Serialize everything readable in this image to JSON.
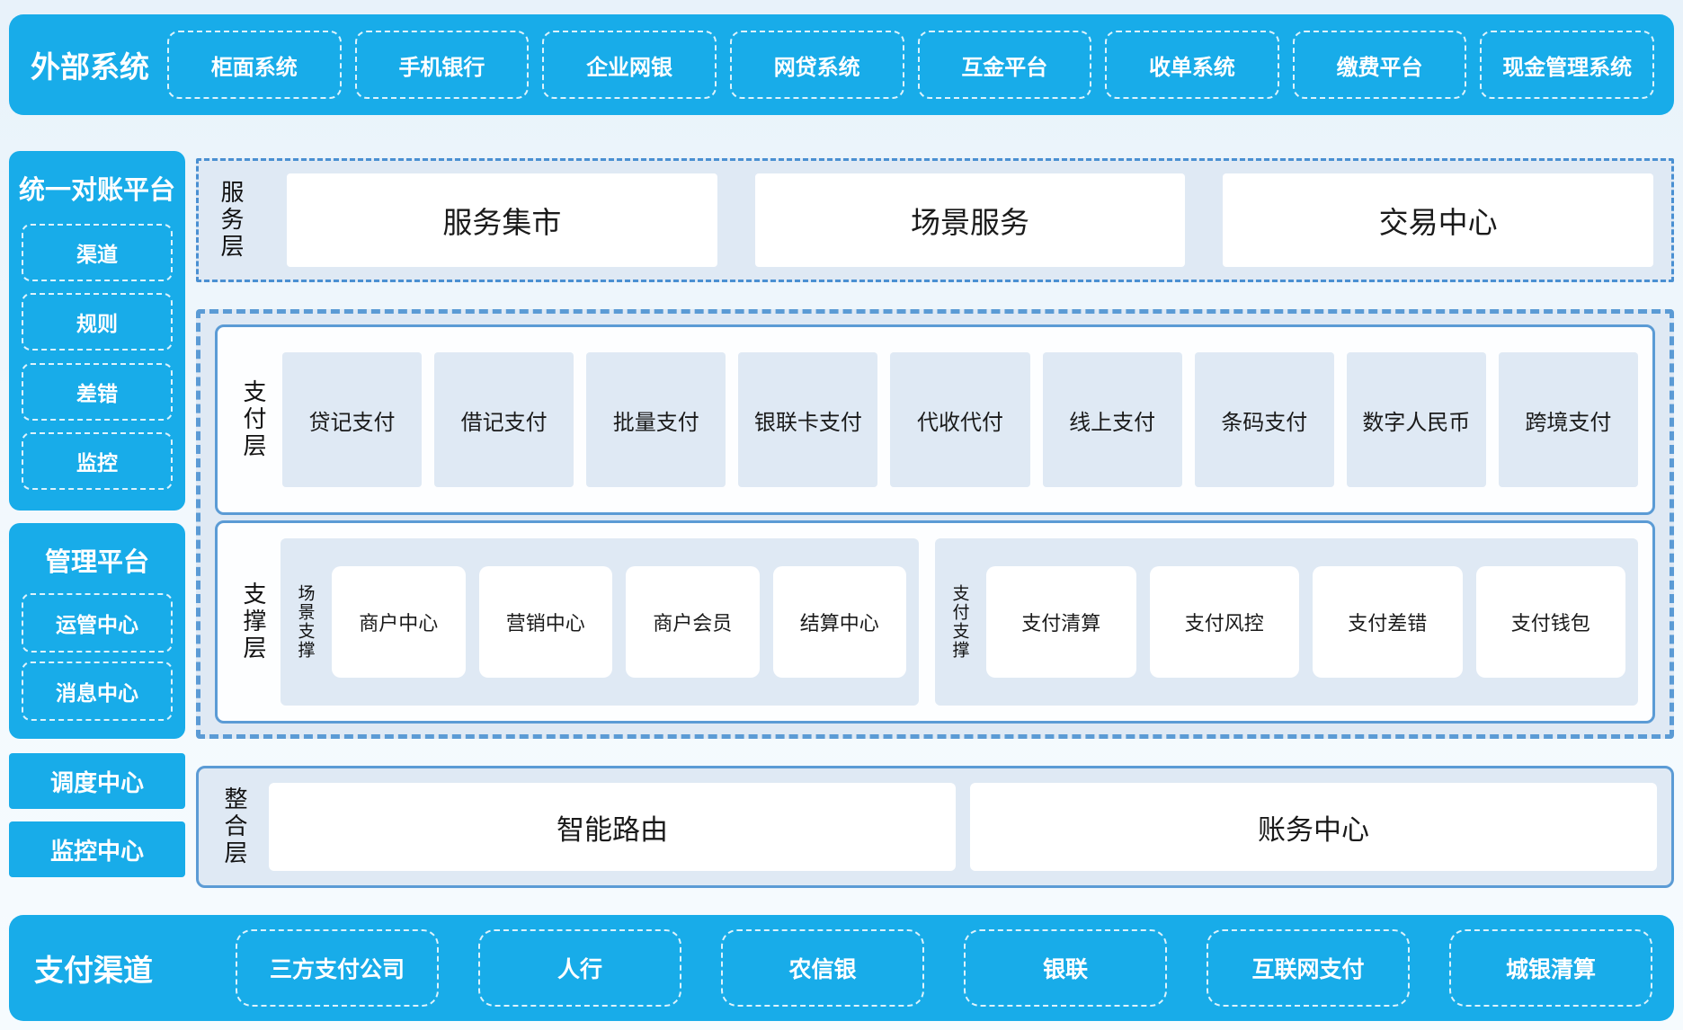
{
  "colors": {
    "brand_blue": "#18ace9",
    "panel_bg": "#dfe9f4",
    "solid_border_blue": "#5b9bd5",
    "dash_border_blue": "#4a90d2",
    "white": "#ffffff"
  },
  "external_systems": {
    "label": "外部系统",
    "items": [
      "柜面系统",
      "手机银行",
      "企业网银",
      "网贷系统",
      "互金平台",
      "收单系统",
      "缴费平台",
      "现金管理系统"
    ]
  },
  "sidebar": {
    "reconciliation": {
      "title": "统一对账平台",
      "items": [
        "渠道",
        "规则",
        "差错",
        "监控"
      ]
    },
    "management": {
      "title": "管理平台",
      "items": [
        "运管中心",
        "消息中心"
      ]
    },
    "standalone": [
      "调度中心",
      "监控中心"
    ]
  },
  "service_layer": {
    "label": "服务层",
    "items": [
      "服务集市",
      "场景服务",
      "交易中心"
    ]
  },
  "payment_layer": {
    "label": "支付层",
    "items": [
      "贷记支付",
      "借记支付",
      "批量支付",
      "银联卡支付",
      "代收代付",
      "线上支付",
      "条码支付",
      "数字人民币",
      "跨境支付"
    ]
  },
  "support_layer": {
    "label": "支撑层",
    "groups": [
      {
        "label": "场景支撑",
        "items": [
          "商户中心",
          "营销中心",
          "商户会员",
          "结算中心"
        ]
      },
      {
        "label": "支付支撑",
        "items": [
          "支付清算",
          "支付风控",
          "支付差错",
          "支付钱包"
        ]
      }
    ]
  },
  "integration_layer": {
    "label": "整合层",
    "items": [
      "智能路由",
      "账务中心"
    ]
  },
  "payment_channels": {
    "label": "支付渠道",
    "items": [
      "三方支付公司",
      "人行",
      "农信银",
      "银联",
      "互联网支付",
      "城银清算"
    ]
  }
}
